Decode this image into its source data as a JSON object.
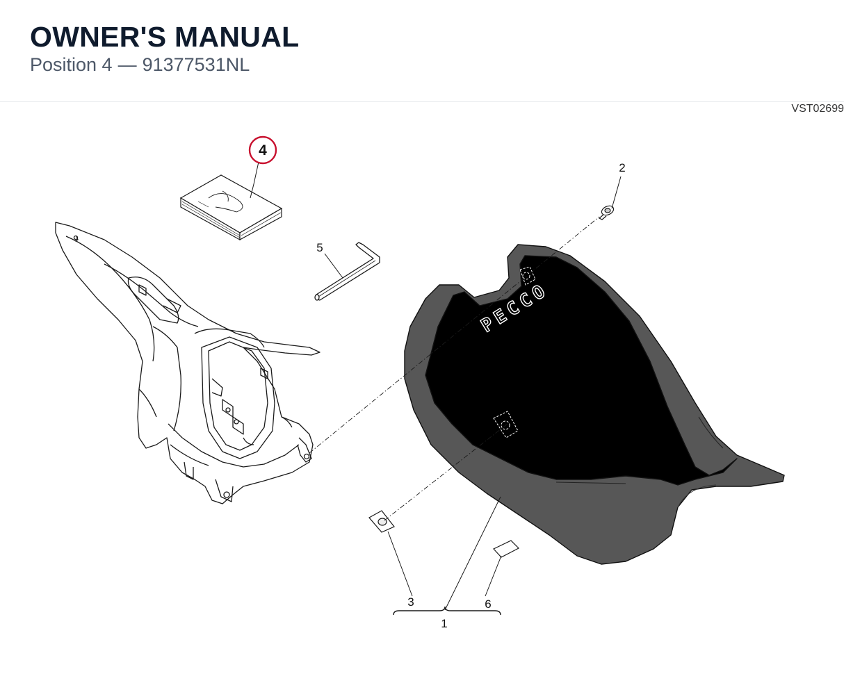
{
  "header": {
    "title": "OWNER'S MANUAL",
    "position_label": "Position 4",
    "separator": "—",
    "part_number": "91377531NL"
  },
  "diagram": {
    "reference_code": "VST02699",
    "highlighted_callout": "4",
    "callouts": {
      "c1": "1",
      "c2": "2",
      "c3": "3",
      "c4": "4",
      "c5": "5",
      "c6": "6"
    },
    "seat_logo": "PECCO",
    "highlight_color": "#c8102e"
  }
}
